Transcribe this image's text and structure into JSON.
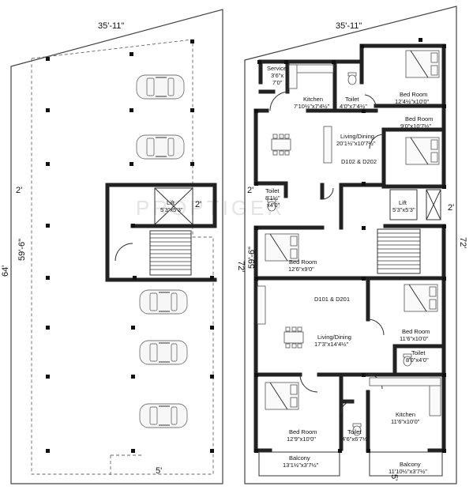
{
  "watermark": "PROPTIGER",
  "left_plan": {
    "dim_top": "35'-11\"",
    "dim_left": "64'",
    "dim_inner": "59'-6\"",
    "dim_2_left": "2'",
    "dim_2_right": "2'",
    "dim_5": "5'",
    "lift_name": "Lift",
    "lift_size": "5'3\"x5'3\""
  },
  "right_plan": {
    "dim_top": "35'-11\"",
    "dim_left": "72'",
    "dim_right": "72'",
    "dim_inner": "59'-6\"",
    "dim_2_left": "2'",
    "dim_2_right": "2'",
    "dim_5": "5'",
    "flats_upper": "D102 & D202",
    "flats_lower": "D101 & D201",
    "rooms": {
      "service_name": "Service",
      "service_size1": "3'6\"x",
      "service_size2": "7'0\"",
      "kitchen_top_name": "Kitchen",
      "kitchen_top_size": "7'10½\"x7'4½\"",
      "toilet_top_name": "Toilet",
      "toilet_top_size": "4'0\"x7'4½\"",
      "bed_top1_name": "Bed Room",
      "bed_top1_size": "12'4½\"x10'0\"",
      "bed_top2_name": "Bed Room",
      "bed_top2_size": "9'0\"x10'7½\"",
      "living_top_name": "Living/Dining",
      "living_top_size": "20'1½\"x10'7½\"",
      "toilet_mid_name": "Toilet",
      "toilet_mid_size1": "8'1½\"",
      "toilet_mid_size2": "x4'0\"",
      "lift_name": "Lift",
      "lift_size": "5'3\"x5'3\"",
      "bed_mid_name": "Bed Room",
      "bed_mid_size": "12'6\"x9'0\"",
      "living_low_name": "Living/Dining",
      "living_low_size": "17'3\"x14'4½\"",
      "bed_low_right_name": "Bed Room",
      "bed_low_right_size": "11'6\"x10'0\"",
      "toilet_low_right_name": "Toilet",
      "toilet_low_right_size": "8'0\"x4'0\"",
      "bed_bottom_name": "Bed Room",
      "bed_bottom_size": "12'9\"x10'0\"",
      "toilet_bottom_name": "Toilet",
      "toilet_bottom_size": "4'6\"x6'7½\"",
      "kitchen_bottom_name": "Kitchen",
      "kitchen_bottom_size": "11'6\"x10'0\"",
      "balcony_left_name": "Balcony",
      "balcony_left_size": "13'1½\"x3'7½\"",
      "balcony_right_name": "Balcony",
      "balcony_right_size": "11'10½\"x3'7½\""
    }
  }
}
